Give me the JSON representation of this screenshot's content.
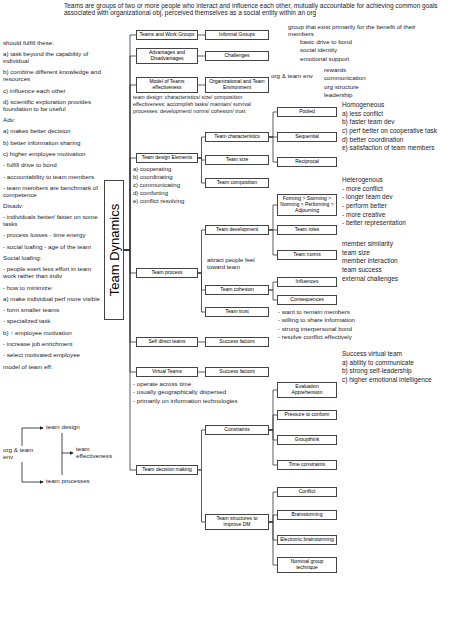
{
  "diagram": {
    "nodes": [
      {
        "text": [
          "Team Dynamics"
        ]
      },
      {
        "text": [
          "Teams and Work Groups"
        ]
      },
      {
        "text": [
          "Advantages and Disadvantages"
        ]
      },
      {
        "text": [
          "Model of Teams effectiveness"
        ]
      },
      {
        "text": [
          "Team design Elements"
        ]
      },
      {
        "text": [
          "Team process"
        ]
      },
      {
        "text": [
          "Self direct teams"
        ]
      },
      {
        "text": [
          "Virtual Teams"
        ]
      },
      {
        "text": [
          "Team decision making"
        ]
      },
      {
        "text": [
          "Informal Groups"
        ]
      },
      {
        "text": [
          "Challenges"
        ]
      },
      {
        "text": [
          "Organizational and Team Environment"
        ]
      },
      {
        "text": [
          "Team characteristics"
        ]
      },
      {
        "text": [
          "Team size"
        ]
      },
      {
        "text": [
          "Team composition"
        ]
      },
      {
        "text": [
          "Team development"
        ]
      },
      {
        "text": [
          "Team cohesion"
        ]
      },
      {
        "text": [
          "Team trust"
        ]
      },
      {
        "text": [
          "Success factors"
        ]
      },
      {
        "text": [
          "Success factors"
        ]
      },
      {
        "text": [
          "Constraints"
        ]
      },
      {
        "text": [
          "Team structures to improve DM"
        ]
      },
      {
        "text": [
          "Pooled"
        ]
      },
      {
        "text": [
          "Sequential"
        ]
      },
      {
        "text": [
          "Reciprocal"
        ]
      },
      {
        "text": [
          "Forming > Storming > Norming > Performing > Adjourning"
        ]
      },
      {
        "text": [
          "Team roles"
        ]
      },
      {
        "text": [
          "Team norms"
        ]
      },
      {
        "text": [
          "Influences"
        ]
      },
      {
        "text": [
          "Consequences"
        ]
      },
      {
        "text": [
          "Evaluation Apprehension"
        ]
      },
      {
        "text": [
          "Pressure to conform"
        ]
      },
      {
        "text": [
          "Groupthink"
        ]
      },
      {
        "text": [
          "Time constraints"
        ]
      },
      {
        "text": [
          "Conflict"
        ]
      },
      {
        "text": [
          "Brainstorming"
        ]
      },
      {
        "text": [
          "Electronic brainstorming"
        ]
      },
      {
        "text": [
          "Nominal group technique"
        ]
      }
    ],
    "edges": [
      {
        "from": 0,
        "to": 1,
        "arrow": "none"
      },
      {
        "from": 0,
        "to": 2,
        "arrow": "none"
      },
      {
        "from": 0,
        "to": 3,
        "arrow": "none"
      },
      {
        "from": 0,
        "to": 4,
        "arrow": "none"
      },
      {
        "from": 0,
        "to": 5,
        "arrow": "none"
      },
      {
        "from": 0,
        "to": 6,
        "arrow": "none"
      },
      {
        "from": 0,
        "to": 7,
        "arrow": "none"
      },
      {
        "from": 0,
        "to": 8,
        "arrow": "none"
      },
      {
        "from": 1,
        "to": 9,
        "arrow": "none"
      },
      {
        "from": 2,
        "to": 10,
        "arrow": "none"
      },
      {
        "from": 3,
        "to": 11,
        "arrow": "none"
      },
      {
        "from": 4,
        "to": 12,
        "arrow": "none"
      },
      {
        "from": 4,
        "to": 13,
        "arrow": "none"
      },
      {
        "from": 4,
        "to": 14,
        "arrow": "none"
      },
      {
        "from": 5,
        "to": 15,
        "arrow": "none"
      },
      {
        "from": 5,
        "to": 16,
        "arrow": "none"
      },
      {
        "from": 5,
        "to": 17,
        "arrow": "none"
      },
      {
        "from": 6,
        "to": 18,
        "arrow": "none"
      },
      {
        "from": 7,
        "to": 19,
        "arrow": "none"
      },
      {
        "from": 8,
        "to": 20,
        "arrow": "none"
      },
      {
        "from": 8,
        "to": 21,
        "arrow": "none"
      },
      {
        "from": 12,
        "to": 22,
        "arrow": "none"
      },
      {
        "from": 12,
        "to": 23,
        "arrow": "none"
      },
      {
        "from": 12,
        "to": 24,
        "arrow": "none"
      },
      {
        "from": 15,
        "to": 25,
        "arrow": "none"
      },
      {
        "from": 15,
        "to": 26,
        "arrow": "none"
      },
      {
        "from": 15,
        "to": 27,
        "arrow": "none"
      },
      {
        "from": 16,
        "to": 28,
        "arrow": "none"
      },
      {
        "from": 16,
        "to": 29,
        "arrow": "none"
      },
      {
        "from": 20,
        "to": 30,
        "arrow": "none"
      },
      {
        "from": 20,
        "to": 31,
        "arrow": "none"
      },
      {
        "from": 20,
        "to": 32,
        "arrow": "none"
      },
      {
        "from": 20,
        "to": 33,
        "arrow": "none"
      },
      {
        "from": 21,
        "to": 34,
        "arrow": "none"
      },
      {
        "from": 21,
        "to": 35,
        "arrow": "none"
      },
      {
        "from": 21,
        "to": 36,
        "arrow": "none"
      },
      {
        "from": 21,
        "to": 37,
        "arrow": "none"
      }
    ],
    "labels": [
      "Teams are groups of two or more people who interact and influence each other, mutually accountable for achieving common goals associated with organizational obj, perceived themselves as a social entity within an org",
      "group that exist primarily for the benefit of their members",
      "basic drive to bond",
      "social identity",
      "emotional support",
      "org & team env",
      "rewards",
      "communication",
      "org structure",
      "leadership",
      "should fulfill these:",
      "a) task beyond the capability of individual",
      "b) combine different knowledge and resources",
      "c) influence each other",
      "d) scientific exploration provides foundation to be useful",
      "Adv:",
      "a) makes better decision",
      "b) better information sharing",
      "c) higher employee motivation",
      "- fulfill drive to bond",
      "- accountability to team members",
      "- team members are benchmark of competence",
      "Disadv:",
      "- individuals better/ faster on some tasks",
      "- process losses - time energy",
      "- social loafing - age of the team",
      "Social loafing:",
      "- people exert less effort in team work rather than indiv",
      "- how to minimize:",
      "a) make individual perf more visible",
      "- form smaller teams",
      "- specialized task",
      "b) ↑ employee motivation",
      "- increase job enrichment",
      "- select motivated employee",
      "model of team eff:",
      "team design",
      "org & team env",
      "team effectiveness",
      "team processes",
      "team design: characteristics/ size/ composition",
      "effectiveness: accomplish tasks/ maintain/ survival",
      "processes: development/ norms/ cohesion/ trust",
      "a) cooperating",
      "b) coordinating",
      "c) communicating",
      "d) comforting",
      "e) conflict resolving",
      "attract people feel toward team",
      "Homogeneous",
      "a) less conflict",
      "b) faster team dev",
      "c) perf better on cooperative task",
      "d) better coordination",
      "e) satisfaction of team members",
      "Heterogenous",
      "- more conflict",
      "- longer team dev",
      "- perform better",
      "- more creative",
      "- better representation",
      "member similarity",
      "team size",
      "member interaction",
      "team success",
      "external challenges",
      "- want to remain members",
      "- willing to share information",
      "- strong interpersonal bond",
      "- resolve conflict effectively",
      "Success virtual team",
      "a) ability to communicate",
      "b) strong self-leadership",
      "c) higher emotional intelligence",
      "- operate across time",
      "- usually geographically dispersed",
      "- primarily on information technologies"
    ]
  }
}
